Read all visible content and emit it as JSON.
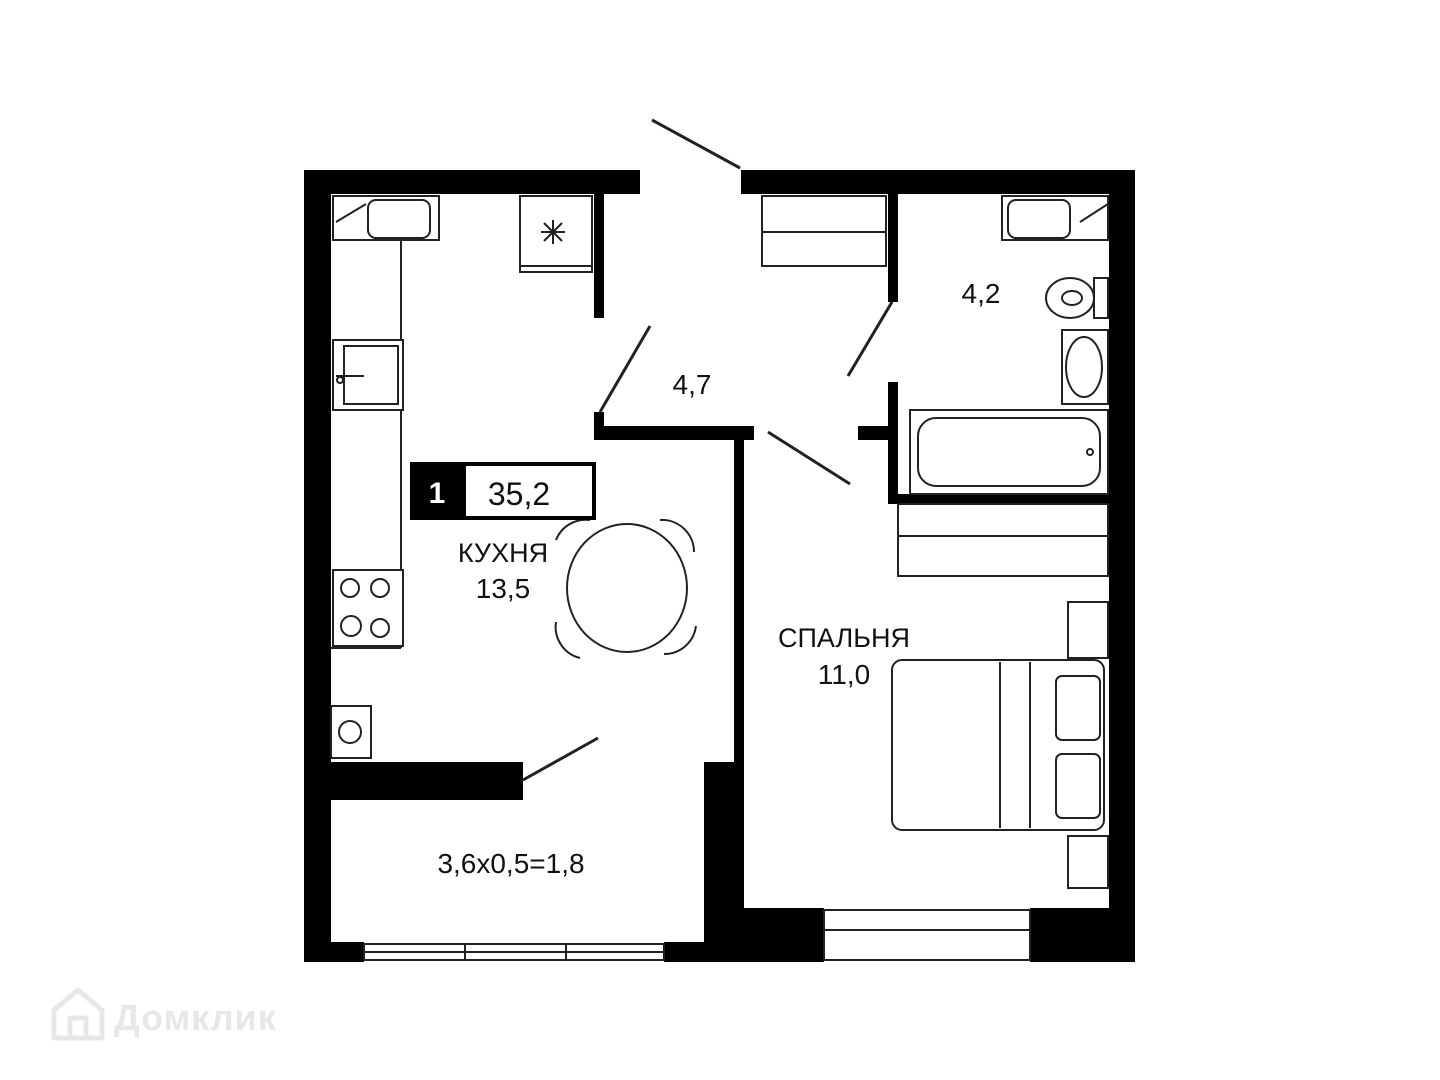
{
  "badge": {
    "rooms": "1",
    "total_area": "35,2"
  },
  "rooms": {
    "kitchen": {
      "name": "КУХНЯ",
      "area": "13,5"
    },
    "hall": {
      "area": "4,7"
    },
    "bathroom": {
      "area": "4,2"
    },
    "bedroom": {
      "name": "СПАЛЬНЯ",
      "area": "11,0"
    },
    "balcony": {
      "area": "3,6х0,5=1,8"
    }
  },
  "watermark": {
    "text": "Домклик",
    "icon": "house-icon"
  },
  "colors": {
    "wall": "#000000",
    "line": "#222222",
    "background": "#ffffff",
    "watermark": "#e7e7e7"
  }
}
